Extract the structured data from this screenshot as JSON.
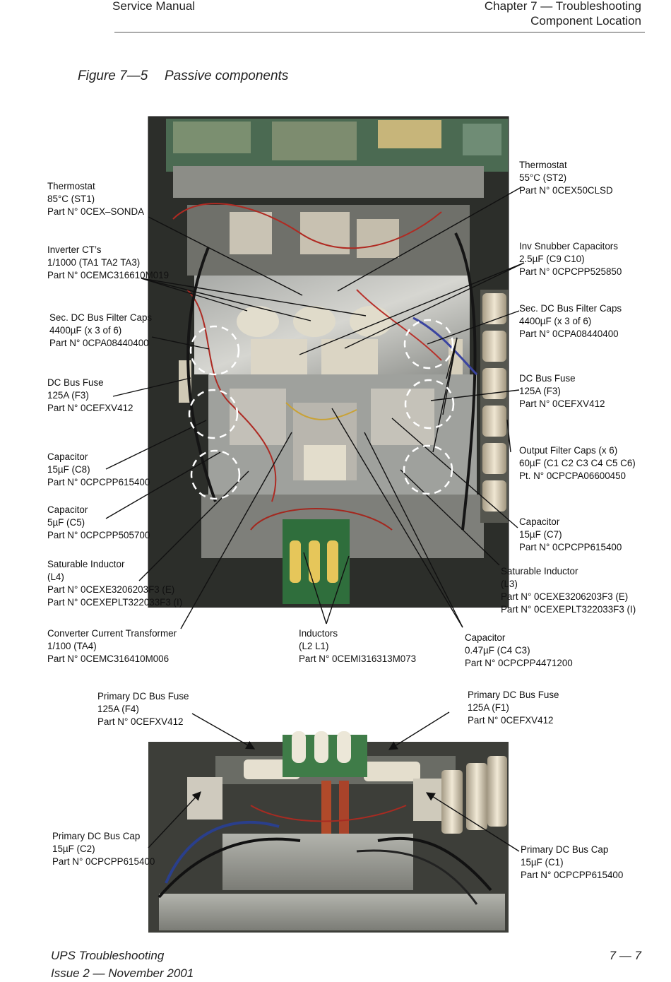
{
  "header": {
    "left": "Service Manual",
    "right_line1": "Chapter 7 — Troubleshooting",
    "right_line2": "Component Location"
  },
  "figure": {
    "number": "Figure 7—5",
    "title": "Passive components"
  },
  "labels": {
    "st1": [
      "Thermostat",
      "85°C (ST1)",
      "Part N° 0CEX–SONDA"
    ],
    "st2": [
      "Thermostat",
      "55°C (ST2)",
      "Part N° 0CEX50CLSD"
    ],
    "inverter_ct": [
      "Inverter CT’s",
      "1/1000 (TA1 TA2 TA3)",
      "Part N° 0CEMC316610M019"
    ],
    "inv_snubber": [
      "Inv Snubber Capacitors",
      "2.5µF (C9 C10)",
      "Part N° 0CPCPP525850"
    ],
    "sec_dc_left": [
      "Sec. DC Bus Filter Caps",
      "4400µF (x 3 of 6)",
      "Part N° 0CPA08440400"
    ],
    "sec_dc_right": [
      "Sec. DC Bus Filter Caps",
      "4400µF (x 3 of 6)",
      "Part N° 0CPA08440400"
    ],
    "dc_fuse_left": [
      "DC Bus Fuse",
      "125A (F3)",
      "Part N° 0CEFXV412"
    ],
    "dc_fuse_right": [
      "DC Bus Fuse",
      "125A (F3)",
      "Part N° 0CEFXV412"
    ],
    "cap_c8": [
      "Capacitor",
      "15µF (C8)",
      "Part N° 0CPCPP615400"
    ],
    "output_filter": [
      "Output Filter Caps (x 6)",
      "60µF (C1 C2 C3 C4 C5 C6)",
      "Pt. N° 0CPCPA06600450"
    ],
    "cap_c5": [
      "Capacitor",
      "5µF (C5)",
      "Part N° 0CPCPP505700"
    ],
    "cap_c7": [
      "Capacitor",
      "15µF (C7)",
      "Part N° 0CPCPP615400"
    ],
    "sat_l4": [
      "Saturable Inductor",
      "(L4)",
      "Part N° 0CEXE3206203F3 (E)",
      "Part N° 0CEXEPLT322033F3 (I)"
    ],
    "sat_l3": [
      "Saturable Inductor",
      "(L3)",
      "Part N° 0CEXE3206203F3 (E)",
      "Part N° 0CEXEPLT322033F3 (I)"
    ],
    "conv_ct": [
      "Converter Current Transformer",
      "1/100 (TA4)",
      "Part N° 0CEMC316410M006"
    ],
    "inductors": [
      "Inductors",
      "(L2 L1)",
      "Part N° 0CEMI316313M073"
    ],
    "cap_c4c3": [
      "Capacitor",
      "0.47µF (C4 C3)",
      "Part N° 0CPCPP4471200"
    ],
    "prim_fuse_f4": [
      "Primary DC Bus Fuse",
      "125A (F4)",
      "Part N° 0CEFXV412"
    ],
    "prim_fuse_f1": [
      "Primary DC Bus Fuse",
      "125A (F1)",
      "Part N° 0CEFXV412"
    ],
    "prim_cap_c2": [
      "Primary DC Bus Cap",
      "15µF (C2)",
      "Part N° 0CPCPP615400"
    ],
    "prim_cap_c1": [
      "Primary DC Bus Cap",
      "15µF (C1)",
      "Part N° 0CPCPP615400"
    ]
  },
  "footer": {
    "left_line1": "UPS Troubleshooting",
    "left_line2": "Issue 2 — November 2001",
    "right": "7 — 7"
  }
}
